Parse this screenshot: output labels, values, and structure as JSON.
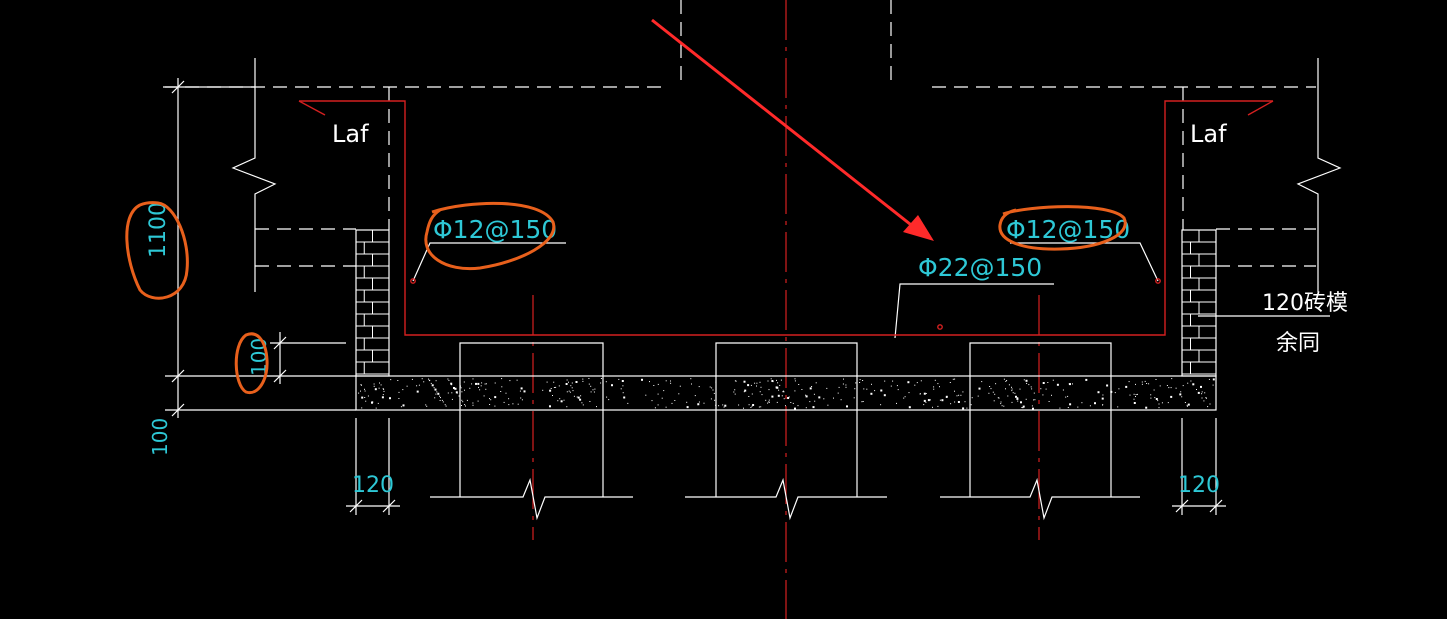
{
  "labels": {
    "laf_left": "Laf",
    "laf_right": "Laf",
    "rebar_left": "Φ12@150",
    "rebar_right": "Φ12@150",
    "rebar_bottom": "Φ22@150",
    "brick_note_line1": "120砖模",
    "brick_note_line2": "余同",
    "dim_1100": "1100",
    "dim_100_upper": "100",
    "dim_100_lower": "100",
    "dim_120_left": "120",
    "dim_120_right": "120"
  },
  "colors": {
    "background": "#000000",
    "linework": "#ffffff",
    "rebar": "#d42020",
    "centerline": "#d42020",
    "dimension_text": "#2ec8d6",
    "markup": "#e8601c",
    "arrow": "#ff2a2a"
  }
}
